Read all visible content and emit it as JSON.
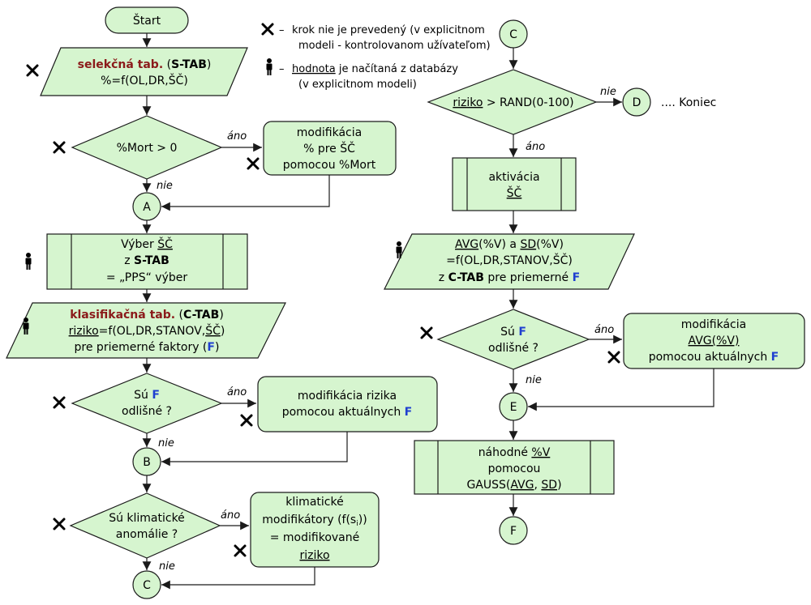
{
  "legend": {
    "cross_text_1": "krok nie je prevedený (v explicitnom",
    "cross_text_2": "modeli - kontrolovanom užívateľom)",
    "person_text_1a": "hodnota",
    "person_text_1b": " je načítaná z databázy",
    "person_text_2": "(v explicitnom modeli)",
    "dash": "–"
  },
  "left": {
    "start": "Štart",
    "stab_1a": "selekčná tab.",
    "stab_1b": " (",
    "stab_1c": "S-TAB",
    "stab_1d": ")",
    "stab_2": "%=f(OL,DR,ŠČ)",
    "dec_mort": "%Mort > 0",
    "mod_mort_1": "modifikácia",
    "mod_mort_2": "% pre ŠČ",
    "mod_mort_3": "pomocou %Mort",
    "conn_a": "A",
    "vyber_1": "Výber ",
    "vyber_1u": "ŠČ",
    "vyber_2a": "z ",
    "vyber_2b": "S-TAB",
    "vyber_3": "= „PPS“ výber",
    "ctab_1a": "klasifikačná tab.",
    "ctab_1b": " (",
    "ctab_1c": "C-TAB",
    "ctab_1d": ")",
    "ctab_2a": "riziko",
    "ctab_2b": "=f(OL,DR,STANOV,",
    "ctab_2c": "ŠČ",
    "ctab_2d": ")",
    "ctab_3a": "pre priemerné faktory (",
    "ctab_3b": "F",
    "ctab_3c": ")",
    "dec_f_1a": "Sú ",
    "dec_f_1b": "F",
    "dec_f_2": "odlišné ?",
    "mod_riz_1": "modifikácia rizika",
    "mod_riz_2a": "pomocou aktuálnych ",
    "mod_riz_2b": "F",
    "conn_b": "B",
    "dec_klim_1": "Sú klimatické",
    "dec_klim_2": "anomálie ?",
    "klim_1": "klimatické",
    "klim_2a": "modifikátory (f(s",
    "klim_2sub": "i",
    "klim_2b": "))",
    "klim_3": "= modifikované",
    "klim_4": "riziko",
    "conn_c": "C"
  },
  "right": {
    "conn_c": "C",
    "dec_rand_a": "riziko",
    "dec_rand_b": " > RAND(0-100)",
    "conn_d": "D",
    "koniec": ".... Koniec",
    "akt_1": "aktivácia",
    "akt_2": "ŠČ",
    "avg_1a": "AVG",
    "avg_1b": "(%V) a ",
    "avg_1c": "SD",
    "avg_1d": "(%V)",
    "avg_2": "=f(OL,DR,STANOV,ŠČ)",
    "avg_3a": "z ",
    "avg_3b": "C-TAB",
    "avg_3c": " pre priemerné ",
    "avg_3d": "F",
    "dec_f_1a": "Sú ",
    "dec_f_1b": "F",
    "dec_f_2": "odlišné ?",
    "mod_avg_1": "modifikácia",
    "mod_avg_2": "AVG(%V)",
    "mod_avg_3a": "pomocou aktuálnych ",
    "mod_avg_3b": "F",
    "conn_e": "E",
    "nah_1a": "náhodné ",
    "nah_1b": "%V",
    "nah_2": "pomocou",
    "nah_3a": "GAUSS(",
    "nah_3b": "AVG",
    "nah_3c": ", ",
    "nah_3d": "SD",
    "nah_3e": ")",
    "conn_f": "F"
  },
  "edge_labels": {
    "ano": "áno",
    "nie": "nie"
  }
}
